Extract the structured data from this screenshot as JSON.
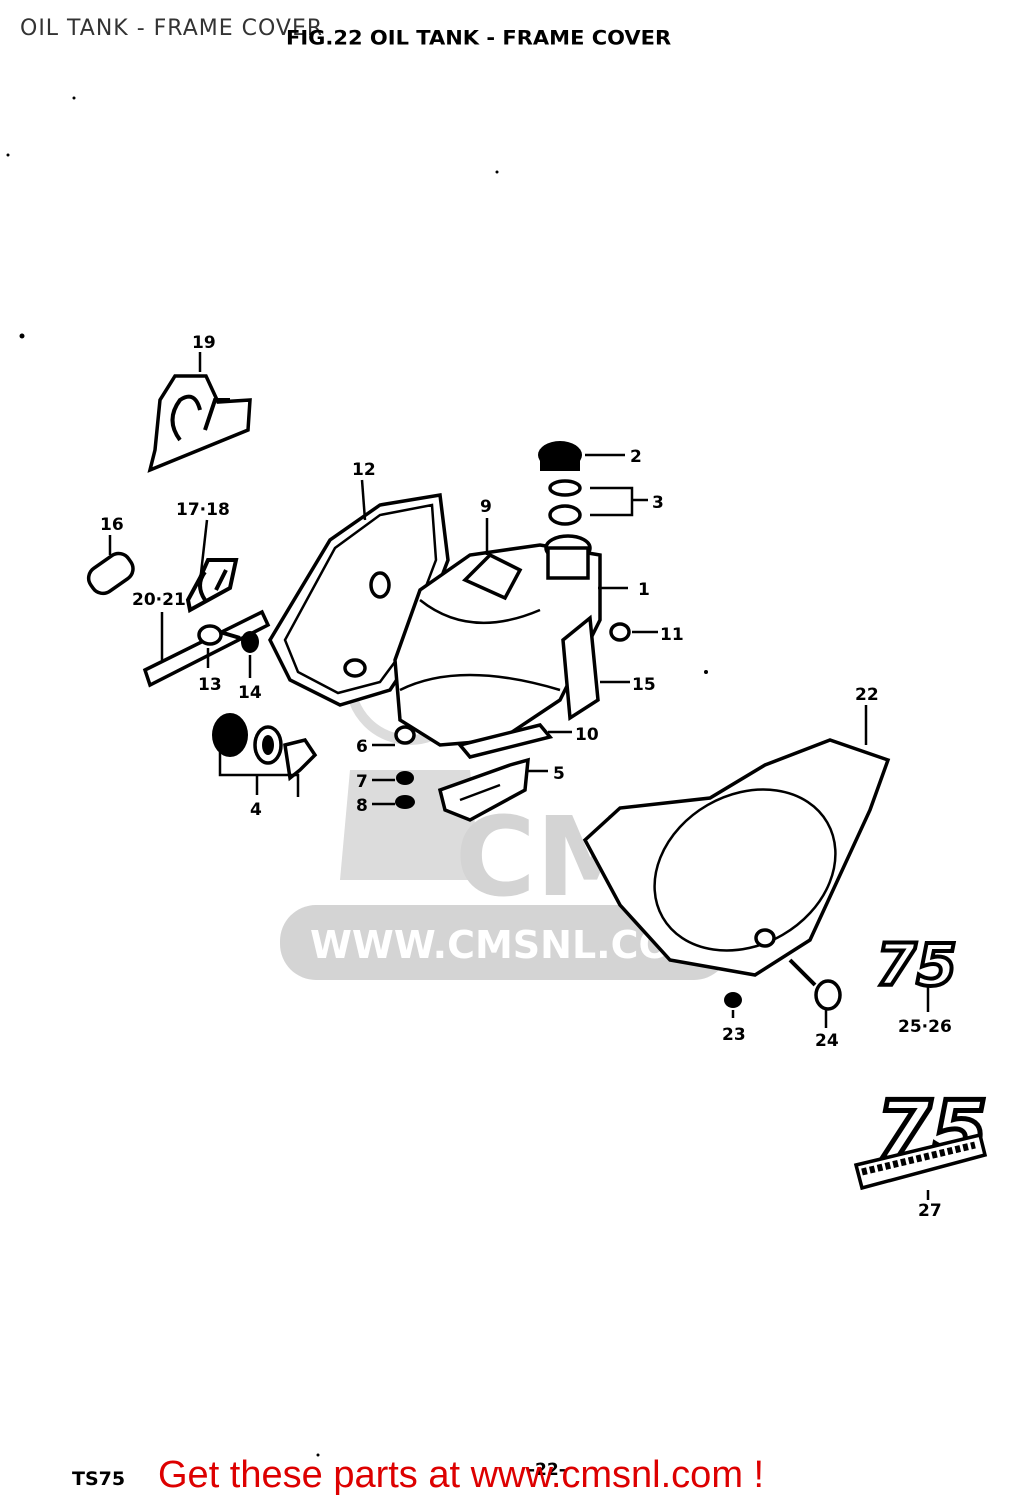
{
  "header": {
    "title": "OIL TANK - FRAME COVER"
  },
  "figure": {
    "caption": "FIG.22  OIL TANK - FRAME COVER"
  },
  "watermark": {
    "logo_text": "CMS",
    "url_text": "WWW.CMSNL.COM",
    "color": "#d4d4d4"
  },
  "callouts": {
    "c1": "1",
    "c2": "2",
    "c3": "3",
    "c4": "4",
    "c5": "5",
    "c6": "6",
    "c7": "7",
    "c8": "8",
    "c9": "9",
    "c10": "10",
    "c11": "11",
    "c12": "12",
    "c13": "13",
    "c14": "14",
    "c15": "15",
    "c16": "16",
    "c17_18": "17·18",
    "c19": "19",
    "c20_21": "20·21",
    "c22": "22",
    "c23": "23",
    "c24": "24",
    "c25_26": "25·26",
    "c27": "27"
  },
  "emblems": {
    "model_number": "75"
  },
  "footer": {
    "model": "TS75",
    "page": "-22-",
    "cta": "Get these parts at www.cmsnl.com !",
    "cta_color": "#dd0000"
  }
}
